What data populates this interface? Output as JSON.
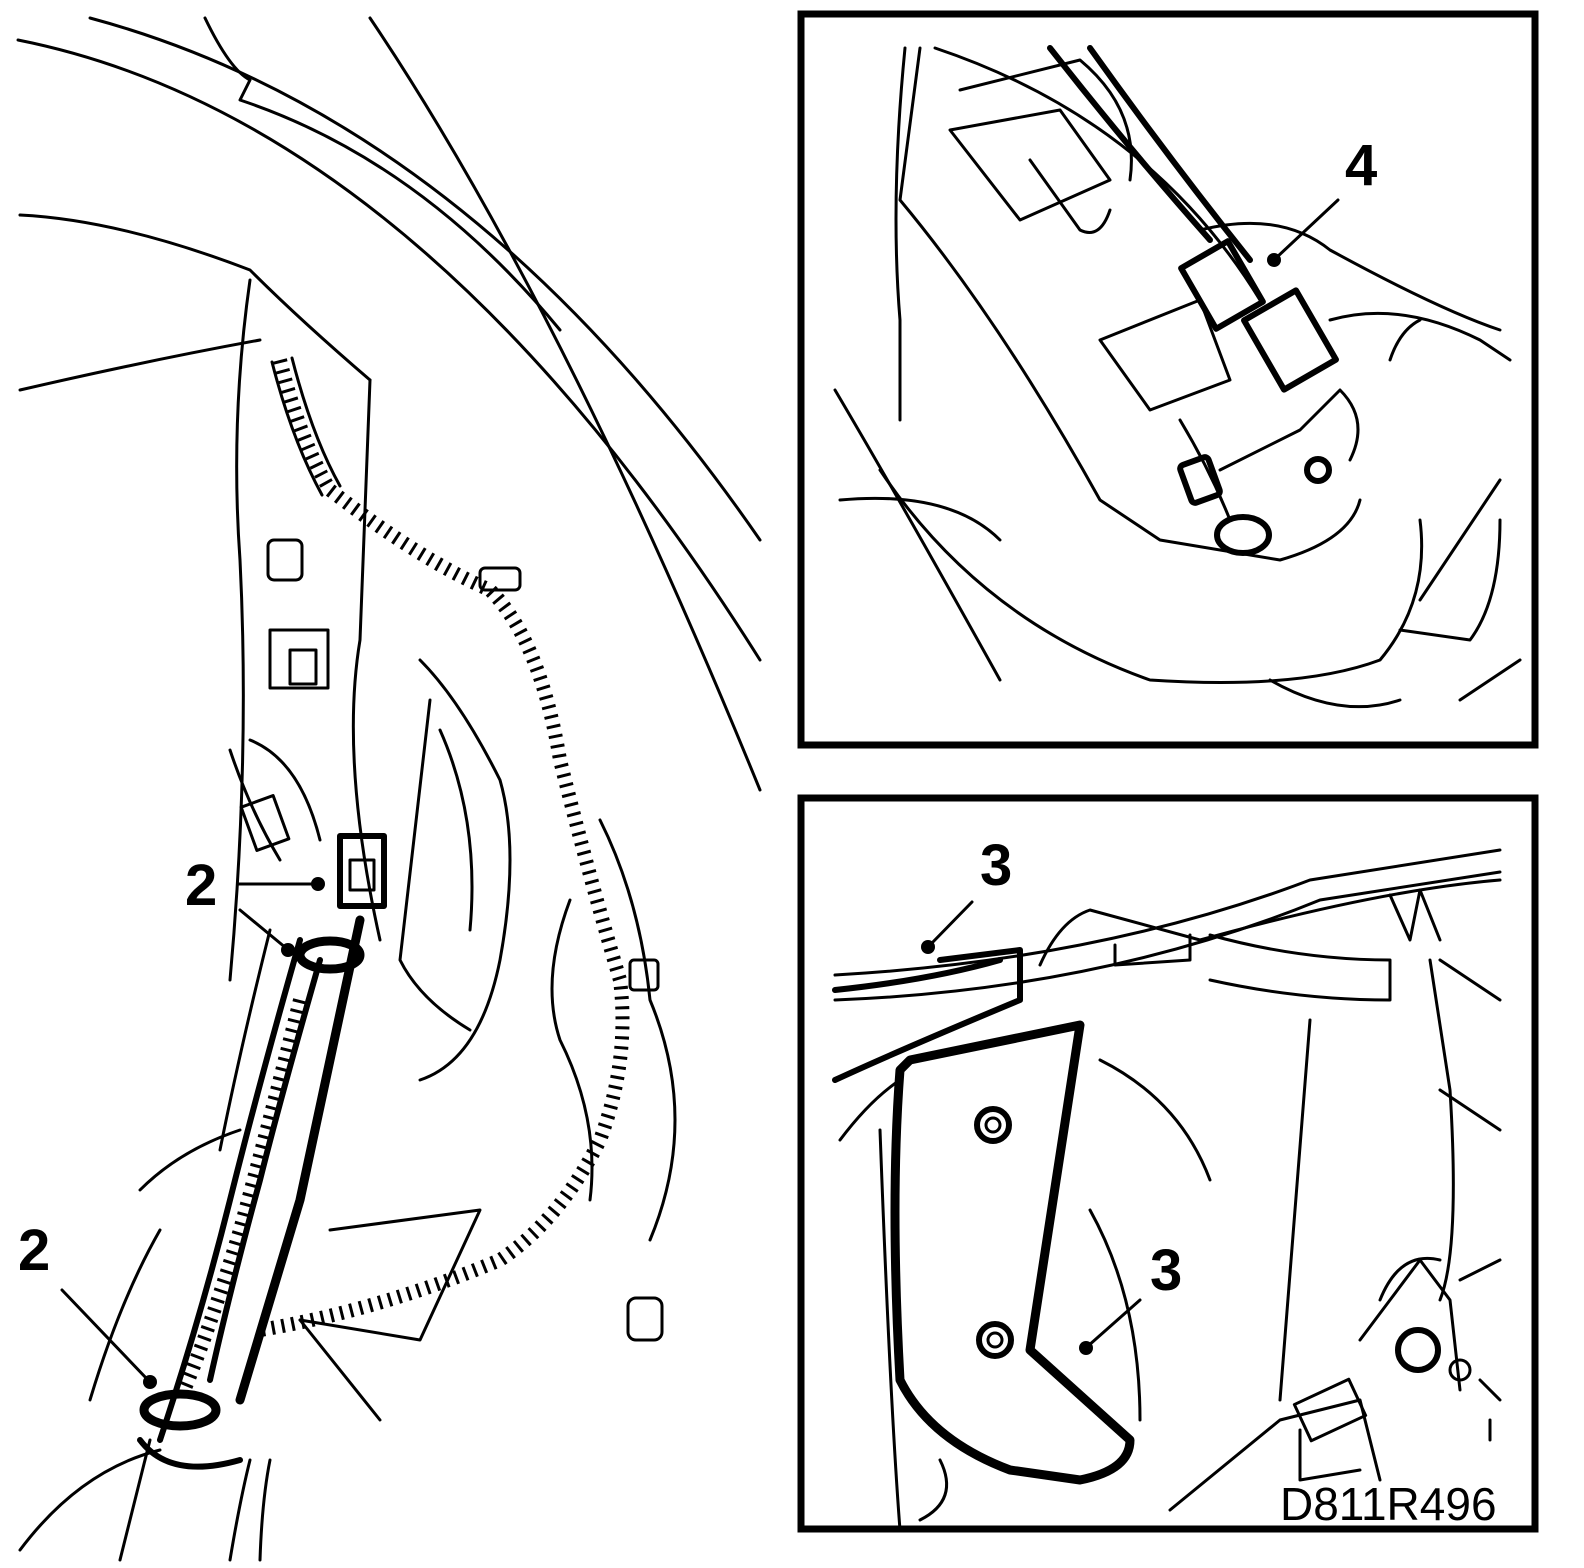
{
  "figure": {
    "callouts": {
      "main_connector_label": "2",
      "main_lower_label": "2",
      "inset_top_label": "4",
      "inset_bottom_upper_label": "3",
      "inset_bottom_lower_label": "3"
    },
    "reference_code": "D811R496"
  }
}
